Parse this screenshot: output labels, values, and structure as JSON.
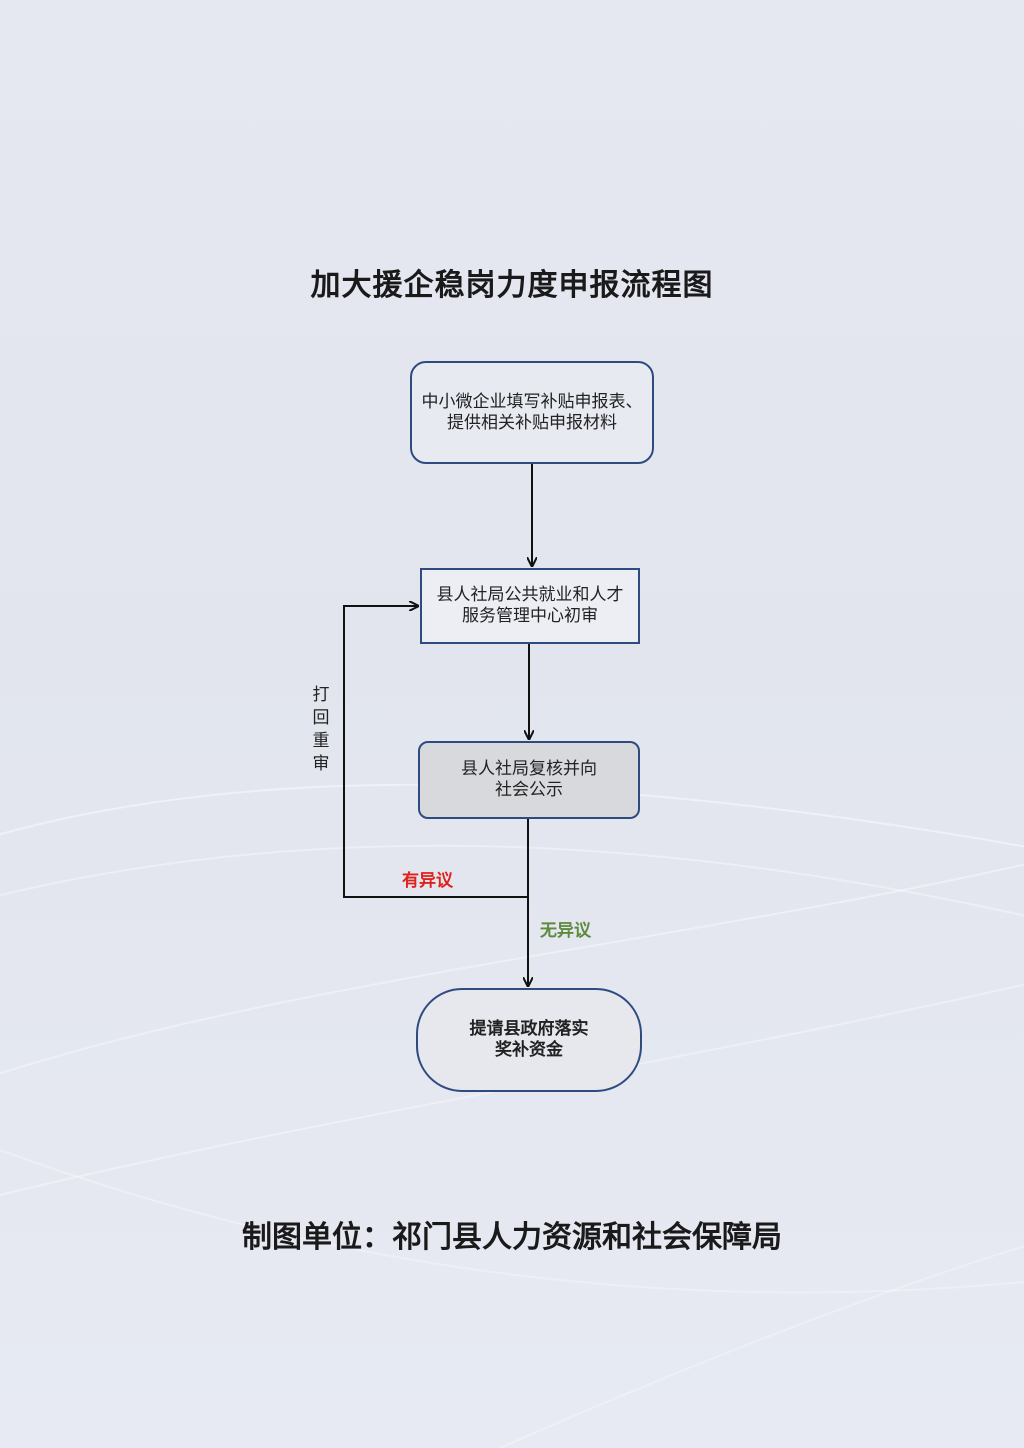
{
  "title": "加大援企稳岗力度申报流程图",
  "nodes": {
    "step1": [
      "中小微企业填写补贴申报表、",
      "提供相关补贴申报材料"
    ],
    "step2": [
      "县人社局公共就业和人才",
      "服务管理中心初审"
    ],
    "step3": [
      "县人社局复核并向",
      "社会公示"
    ],
    "step4": [
      "提请县政府落实",
      "奖补资金"
    ]
  },
  "edge_labels": {
    "objection": "有异议",
    "no_objection": "无异议",
    "return_review": "打回重审"
  },
  "footer": "制图单位：祁门县人力资源和社会保障局",
  "colors": {
    "node_border": "#2e4b80",
    "objection": "#e0211c",
    "no_objection": "#5d8a3c"
  }
}
